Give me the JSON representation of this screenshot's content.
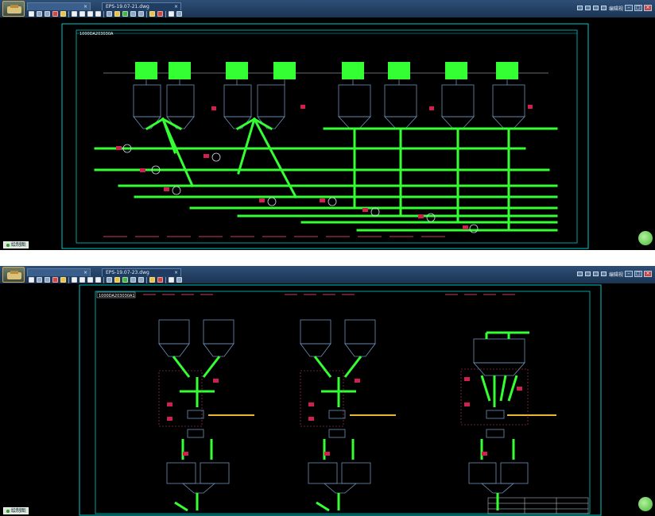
{
  "screenshots": [
    {
      "app": {
        "logo_icon": "app-logo-icon"
      },
      "tabs": [
        {
          "label": "",
          "close": "×"
        },
        {
          "label": "EPS-19.07-21.dwg",
          "close": "×"
        }
      ],
      "drawing_number": "1000DA203030A",
      "status": {
        "label": "绘制图"
      },
      "right_controls": {
        "label": "编辑视",
        "minimize": "–",
        "maximize": "□",
        "close": "×"
      }
    },
    {
      "app": {
        "logo_icon": "app-logo-icon"
      },
      "tabs": [
        {
          "label": "",
          "close": "×"
        },
        {
          "label": "EPS-19.07-23.dwg",
          "close": "×"
        }
      ],
      "drawing_number": "1000DA203030A1",
      "status": {
        "label": "绘制图"
      },
      "right_controls": {
        "label": "编辑视",
        "minimize": "–",
        "maximize": "□",
        "close": "×"
      }
    }
  ],
  "colors": {
    "canvas": "#000000",
    "frame": "#00c8c8",
    "pipe": "#33ff33",
    "tag": "#d02050",
    "equipment": "#6f8fb7",
    "title_bar": "#2e4f77"
  },
  "icons": [
    "open-icon",
    "save-icon",
    "print-icon",
    "zoom-icon",
    "pan-icon",
    "measure-icon",
    "layer-icon",
    "settings-icon"
  ]
}
